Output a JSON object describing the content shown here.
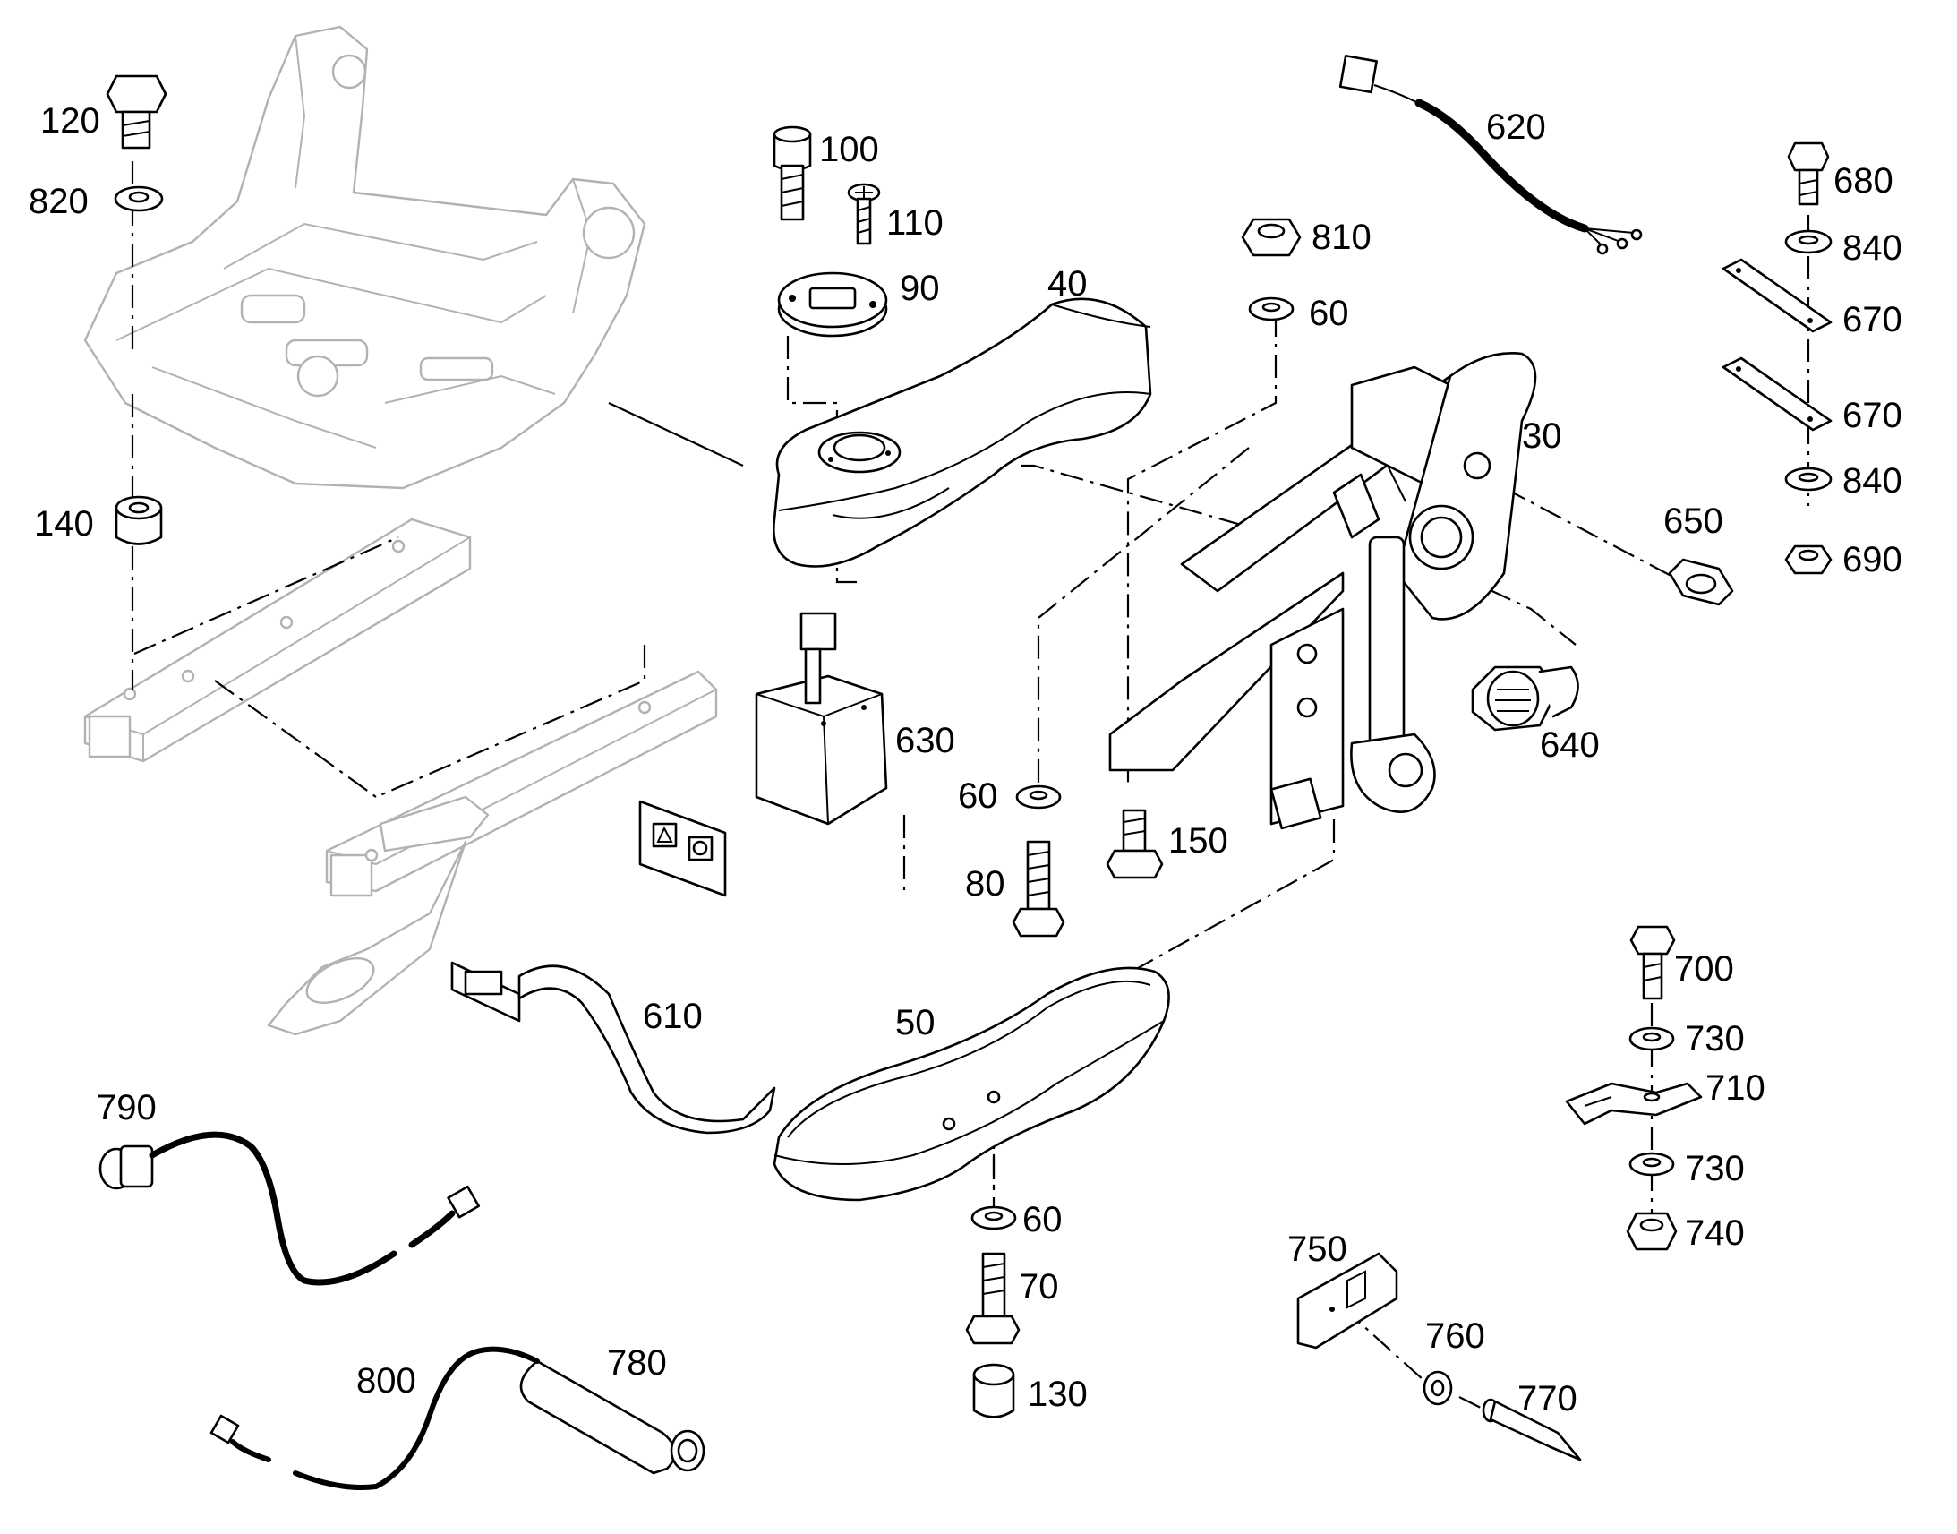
{
  "callouts": [
    {
      "id": "p120",
      "label": "120"
    },
    {
      "id": "p820",
      "label": "820"
    },
    {
      "id": "p140",
      "label": "140"
    },
    {
      "id": "p100",
      "label": "100"
    },
    {
      "id": "p110",
      "label": "110"
    },
    {
      "id": "p90",
      "label": "90"
    },
    {
      "id": "p40",
      "label": "40"
    },
    {
      "id": "p630",
      "label": "630"
    },
    {
      "id": "p620",
      "label": "620"
    },
    {
      "id": "p810",
      "label": "810"
    },
    {
      "id": "p60a",
      "label": "60"
    },
    {
      "id": "p30",
      "label": "30"
    },
    {
      "id": "p680",
      "label": "680"
    },
    {
      "id": "p840a",
      "label": "840"
    },
    {
      "id": "p670a",
      "label": "670"
    },
    {
      "id": "p670b",
      "label": "670"
    },
    {
      "id": "p840b",
      "label": "840"
    },
    {
      "id": "p690",
      "label": "690"
    },
    {
      "id": "p650",
      "label": "650"
    },
    {
      "id": "p640",
      "label": "640"
    },
    {
      "id": "p60b",
      "label": "60"
    },
    {
      "id": "p150",
      "label": "150"
    },
    {
      "id": "p80",
      "label": "80"
    },
    {
      "id": "p610",
      "label": "610"
    },
    {
      "id": "p50",
      "label": "50"
    },
    {
      "id": "p790",
      "label": "790"
    },
    {
      "id": "p60c",
      "label": "60"
    },
    {
      "id": "p70",
      "label": "70"
    },
    {
      "id": "p130",
      "label": "130"
    },
    {
      "id": "p780",
      "label": "780"
    },
    {
      "id": "p800",
      "label": "800"
    },
    {
      "id": "p700",
      "label": "700"
    },
    {
      "id": "p730a",
      "label": "730"
    },
    {
      "id": "p710",
      "label": "710"
    },
    {
      "id": "p730b",
      "label": "730"
    },
    {
      "id": "p740",
      "label": "740"
    },
    {
      "id": "p750",
      "label": "750"
    },
    {
      "id": "p760",
      "label": "760"
    },
    {
      "id": "p770",
      "label": "770"
    }
  ]
}
